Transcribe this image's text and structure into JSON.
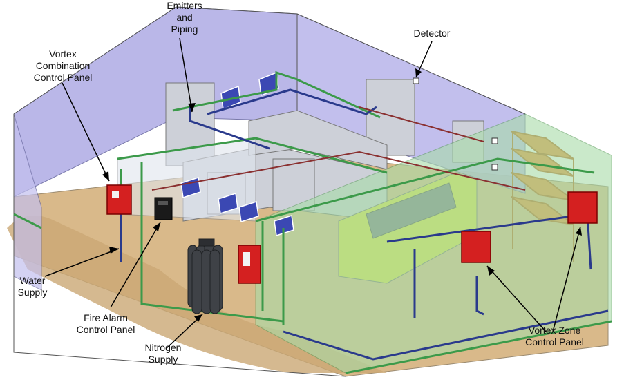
{
  "labels": {
    "emitters": [
      "Emitters",
      "and",
      "Piping"
    ],
    "detector": [
      "Detector"
    ],
    "combo_panel": [
      "Vortex",
      "Combination",
      "Control Panel"
    ],
    "water_supply": [
      "Water",
      "Supply"
    ],
    "fire_alarm": [
      "Fire Alarm",
      "Control Panel"
    ],
    "nitrogen": [
      "Nitrogen",
      "Supply"
    ],
    "zone_panel": [
      "Vortex Zone",
      "Control Panel"
    ]
  },
  "colors": {
    "wall_purple": "#b3b0e6",
    "wall_green": "#a8dca8",
    "floor_tan": "#d9b98a",
    "panel_red": "#d42020",
    "pipe_blue": "#2a3a8c",
    "pipe_green": "#3c9a4a",
    "cabinet_gray": "#cdd0d8",
    "console_yellow": "#d9e04a",
    "shelf_orange": "#e8913a",
    "cylinder_dark": "#3f4247"
  }
}
